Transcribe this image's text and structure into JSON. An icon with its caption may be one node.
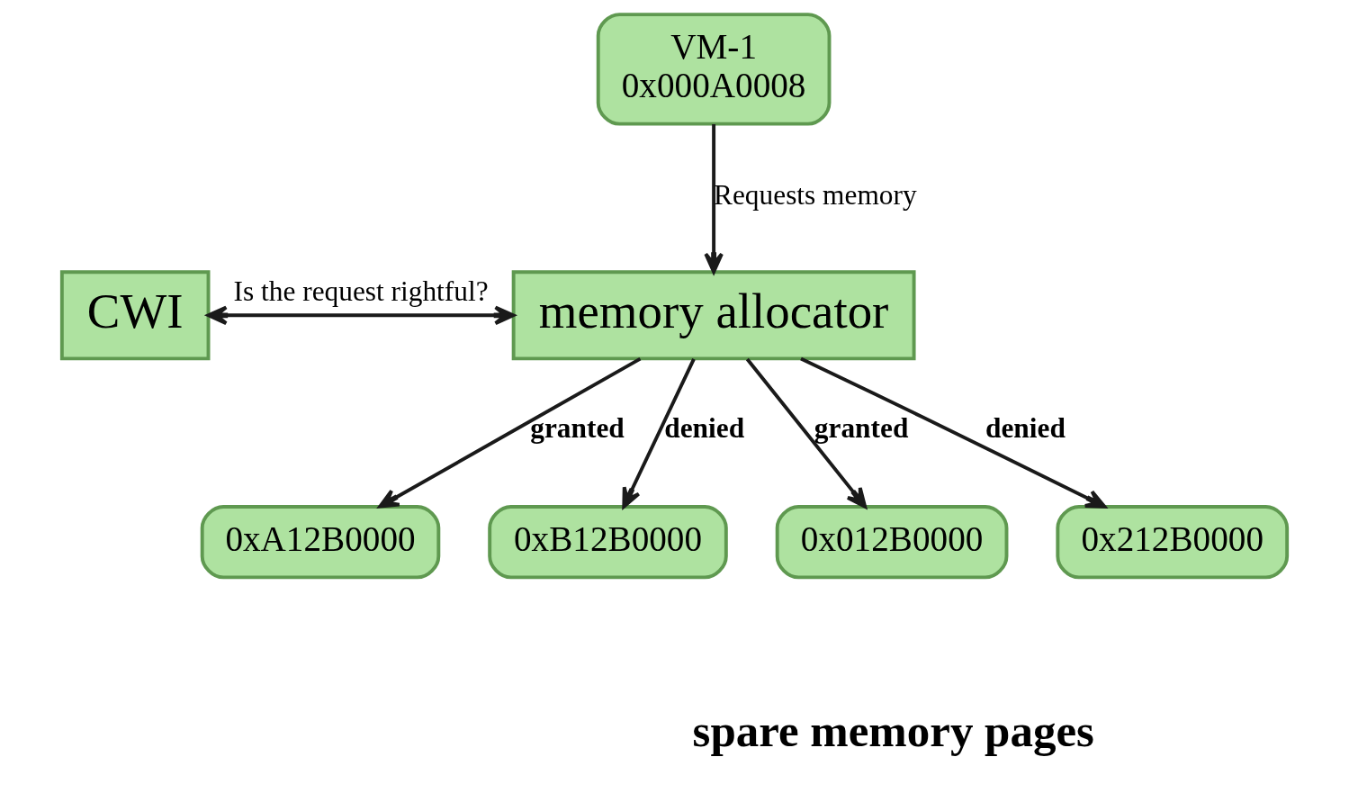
{
  "diagram": {
    "nodes": [
      {
        "text": [
          "VM-1",
          "0x000A0008"
        ]
      },
      {
        "text": [
          "CWI"
        ]
      },
      {
        "text": [
          "memory allocator"
        ]
      },
      {
        "text": [
          "0xA12B0000"
        ]
      },
      {
        "text": [
          "0xB12B0000"
        ]
      },
      {
        "text": [
          "0x012B0000"
        ]
      },
      {
        "text": [
          "0x212B0000"
        ]
      }
    ],
    "edges": [
      {
        "from": 0,
        "to": 2,
        "arrow": "to",
        "label": "Requests memory"
      },
      {
        "from": 1,
        "to": 2,
        "arrow": "both",
        "label": "Is the request rightful?"
      },
      {
        "from": 2,
        "to": 3,
        "arrow": "to",
        "label": "granted"
      },
      {
        "from": 2,
        "to": 4,
        "arrow": "to",
        "label": "denied"
      },
      {
        "from": 2,
        "to": 5,
        "arrow": "to",
        "label": "granted"
      },
      {
        "from": 2,
        "to": 6,
        "arrow": "to",
        "label": "denied"
      }
    ],
    "labels": [
      "spare memory pages"
    ]
  }
}
